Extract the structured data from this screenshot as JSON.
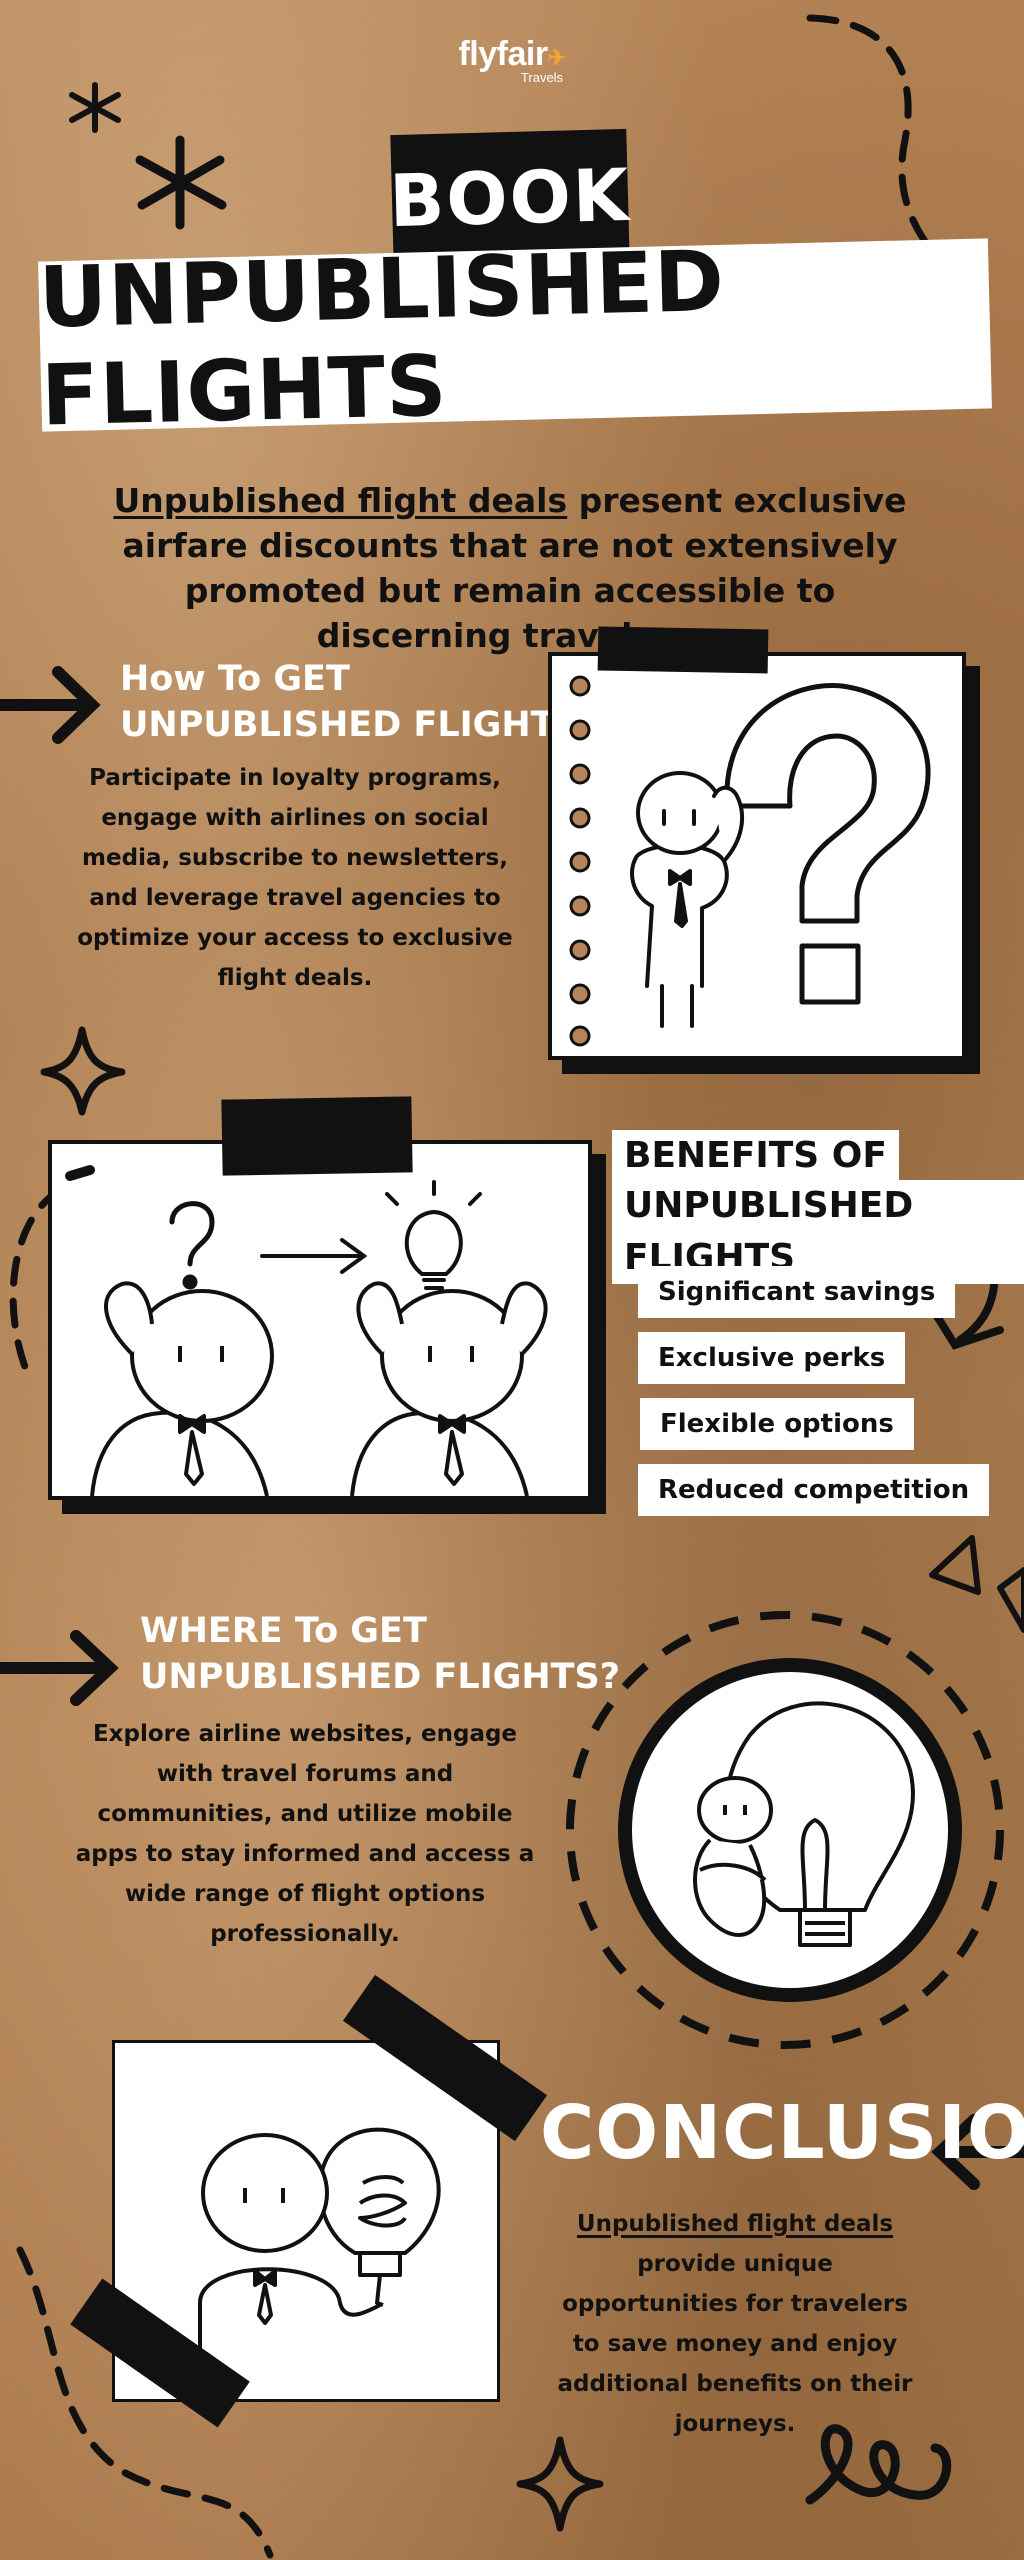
{
  "logo": {
    "name": "flyfair",
    "sub": "Travels"
  },
  "title": {
    "book": "BOOK",
    "main": "UNPUBLISHED FLIGHTS"
  },
  "intro": {
    "link": "Unpublished flight deals",
    "rest": " present exclusive airfare discounts that are not extensively promoted but remain accessible to discerning travelers."
  },
  "how_to": {
    "heading_line1": "How To GET",
    "heading_line2": "UNPUBLISHED FLIGHTS?",
    "lines": [
      "Participate in loyalty programs,",
      "engage with airlines on social",
      "media, subscribe to newsletters,",
      "and leverage travel agencies to",
      "optimize your access to exclusive",
      "flight deals."
    ]
  },
  "benefits": {
    "title_line1": "BENEFITS OF",
    "title_line2": "UNPUBLISHED FLIGHTS",
    "items": [
      "Significant savings",
      "Exclusive perks",
      "Flexible options",
      "Reduced competition"
    ]
  },
  "where_to": {
    "heading_line1": "WHERE To GET",
    "heading_line2": "UNPUBLISHED FLIGHTS?",
    "lines": [
      "Explore airline websites, engage",
      "with travel forums and",
      "communities, and utilize mobile",
      "apps to stay informed and access a",
      "wide range of flight options",
      "professionally."
    ]
  },
  "conclusion": {
    "heading": "CONCLUSION",
    "link": "Unpublished flight deals",
    "lines": [
      "provide unique",
      "opportunities for travelers",
      "to save money and enjoy",
      "additional benefits on their",
      "journeys."
    ]
  },
  "colors": {
    "paper": "#b07f4f",
    "ink": "#111111",
    "white": "#ffffff",
    "logo_accent": "#f4a338"
  },
  "icons": [
    "arrow-right-icon",
    "sparkle-icon",
    "question-mark-icon",
    "lightbulb-icon",
    "triangle-icon",
    "asterisk-icon"
  ]
}
